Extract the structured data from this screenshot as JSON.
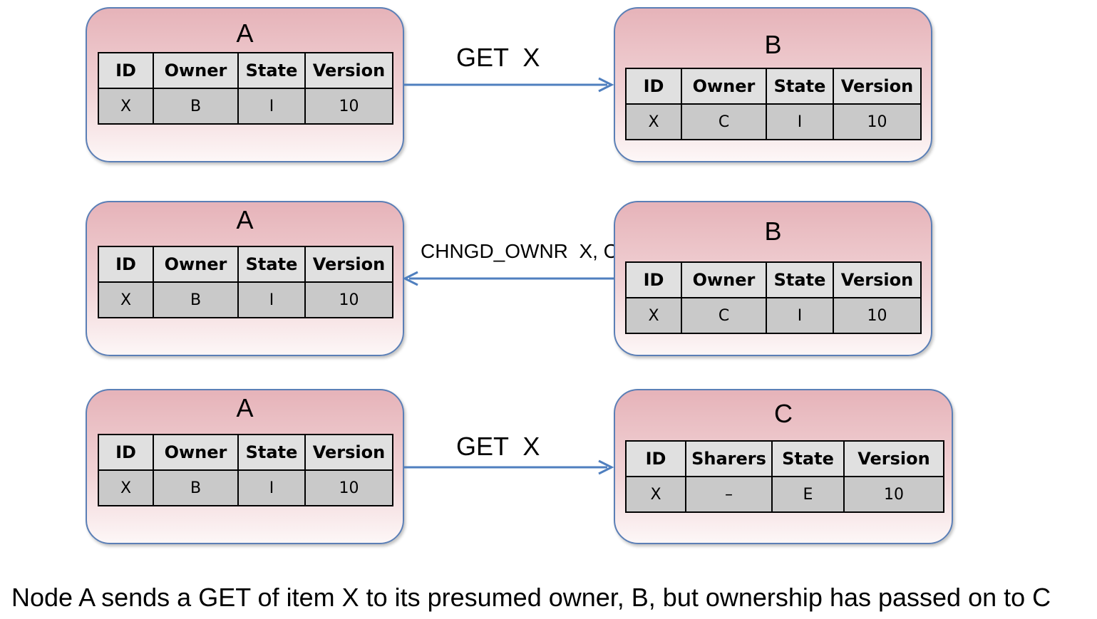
{
  "rows": [
    {
      "left": {
        "title": "A",
        "headers": [
          "ID",
          "Owner",
          "State",
          "Version"
        ],
        "cells": [
          "X",
          "B",
          "I",
          "10"
        ]
      },
      "message": "GET  X",
      "right": {
        "title": "B",
        "headers": [
          "ID",
          "Owner",
          "State",
          "Version"
        ],
        "cells": [
          "X",
          "C",
          "I",
          "10"
        ]
      }
    },
    {
      "left": {
        "title": "A",
        "headers": [
          "ID",
          "Owner",
          "State",
          "Version"
        ],
        "cells": [
          "X",
          "B",
          "I",
          "10"
        ]
      },
      "message": "CHNGD_OWNR  X, C",
      "right": {
        "title": "B",
        "headers": [
          "ID",
          "Owner",
          "State",
          "Version"
        ],
        "cells": [
          "X",
          "C",
          "I",
          "10"
        ]
      }
    },
    {
      "left": {
        "title": "A",
        "headers": [
          "ID",
          "Owner",
          "State",
          "Version"
        ],
        "cells": [
          "X",
          "B",
          "I",
          "10"
        ]
      },
      "message": "GET  X",
      "right": {
        "title": "C",
        "headers": [
          "ID",
          "Sharers",
          "State",
          "Version"
        ],
        "cells": [
          "X",
          "–",
          "E",
          "10"
        ]
      }
    }
  ],
  "caption": "Node A sends a GET of item X to its presumed owner, B, but ownership has passed on to C",
  "colors": {
    "arrow": "#4f7fbf",
    "node_border": "#5b7fb6",
    "node_fill_top": "#e6b3b9"
  }
}
